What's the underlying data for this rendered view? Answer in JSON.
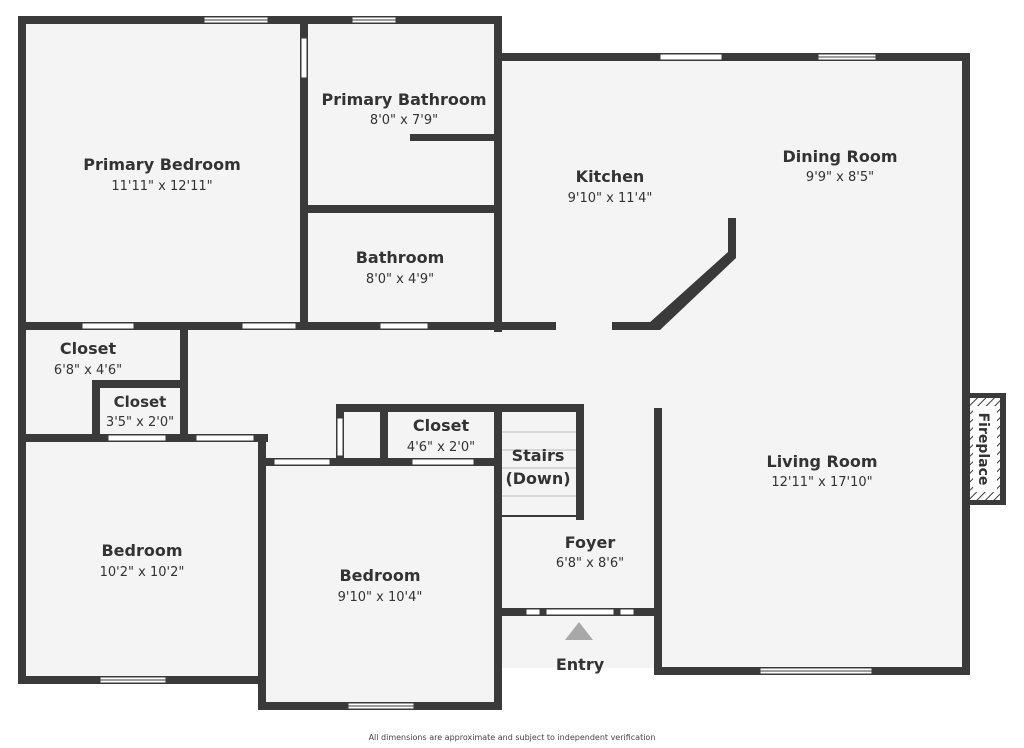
{
  "rooms": {
    "primary_bedroom": {
      "name": "Primary Bedroom",
      "dims": "11'11\" x 12'11\""
    },
    "primary_bathroom": {
      "name": "Primary Bathroom",
      "dims": "8'0\" x 7'9\""
    },
    "kitchen": {
      "name": "Kitchen",
      "dims": "9'10\" x 11'4\""
    },
    "dining_room": {
      "name": "Dining Room",
      "dims": "9'9\" x 8'5\""
    },
    "bathroom": {
      "name": "Bathroom",
      "dims": "8'0\" x 4'9\""
    },
    "closet_large": {
      "name": "Closet",
      "dims": "6'8\" x 4'6\""
    },
    "closet_small": {
      "name": "Closet",
      "dims": "3'5\" x 2'0\""
    },
    "closet_hall": {
      "name": "Closet",
      "dims": "4'6\" x 2'0\""
    },
    "stairs": {
      "line1": "Stairs",
      "line2": "(Down)"
    },
    "living_room": {
      "name": "Living Room",
      "dims": "12'11\" x 17'10\""
    },
    "fireplace": {
      "name": "Fireplace"
    },
    "bedroom_left": {
      "name": "Bedroom",
      "dims": "10'2\" x 10'2\""
    },
    "bedroom_center": {
      "name": "Bedroom",
      "dims": "9'10\" x 10'4\""
    },
    "foyer": {
      "name": "Foyer",
      "dims": "6'8\" x 8'6\""
    }
  },
  "entry": {
    "label": "Entry"
  },
  "footer": {
    "note": "All dimensions are approximate and subject to independent verification"
  },
  "colors": {
    "wall": "#3a3a3a",
    "floor": "#f4f4f4",
    "window": "#ffffff",
    "entry_arrow": "#a8a8a8"
  }
}
